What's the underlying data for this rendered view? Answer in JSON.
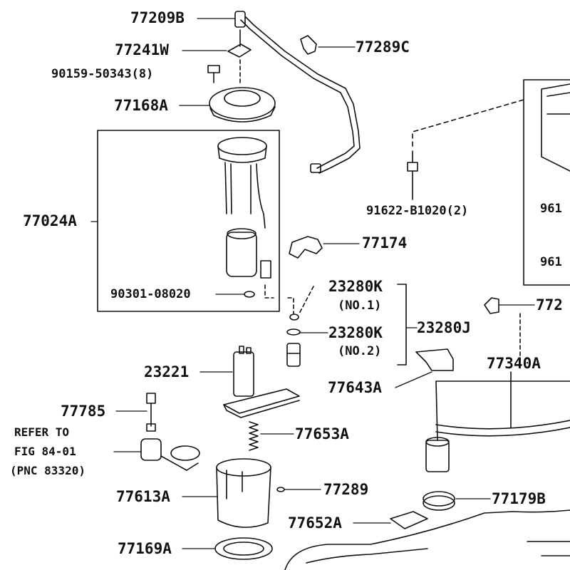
{
  "labels": {
    "p77209b": "77209B",
    "p77241w": "77241W",
    "p77289c": "77289C",
    "p90159": "90159-50343(8)",
    "p77168a": "77168A",
    "p91622": "91622-B1020(2)",
    "p77024a": "77024A",
    "p77174": "77174",
    "p90301": "90301-08020",
    "p23280k_1": "23280K",
    "no1": "(NO.1)",
    "p23280k_2": "23280K",
    "no2": "(NO.2)",
    "p23280j": "23280J",
    "p23221": "23221",
    "p77643a": "77643A",
    "p77340a": "77340A",
    "p77785": "77785",
    "p77653a": "77653A",
    "p77613a": "77613A",
    "p77289": "77289",
    "p77179b": "77179B",
    "p77652a": "77652A",
    "p77169a": "77169A",
    "cut_961_a": "961",
    "cut_961_b": "961",
    "cut_772": "772"
  },
  "refer": {
    "line1": "REFER TO",
    "line2": "FIG 84-01",
    "line3": "(PNC 83320)"
  }
}
